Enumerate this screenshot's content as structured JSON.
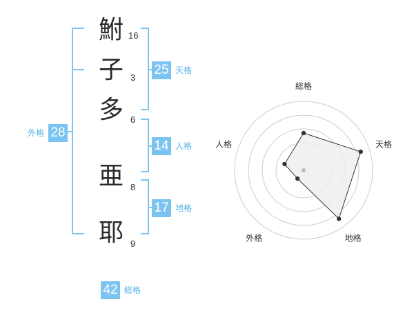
{
  "characters": [
    {
      "kanji": "鮒",
      "strokes": "16"
    },
    {
      "kanji": "子",
      "strokes": "3"
    },
    {
      "kanji": "多",
      "strokes": "6"
    },
    {
      "kanji": "亜",
      "strokes": "8"
    },
    {
      "kanji": "耶",
      "strokes": "9"
    }
  ],
  "fortunes": {
    "tenkaku": {
      "value": "25",
      "label": "天格"
    },
    "jinkaku": {
      "value": "14",
      "label": "人格"
    },
    "chikaku": {
      "value": "17",
      "label": "地格"
    },
    "gaikaku": {
      "value": "28",
      "label": "外格"
    },
    "soukaku": {
      "value": "42",
      "label": "総格"
    }
  },
  "radar": {
    "axes": [
      "総格",
      "天格",
      "地格",
      "外格",
      "人格"
    ],
    "levels": [
      0.54,
      0.87,
      0.87,
      0.15,
      0.29
    ],
    "colors": {
      "grid": "#cccccc",
      "fill": "#eeeeee",
      "outline": "#333333",
      "point": "#333333",
      "center": "#bbbbbb"
    }
  },
  "colors": {
    "accent": "#7cc4f0",
    "label": "#5cb3e8"
  }
}
